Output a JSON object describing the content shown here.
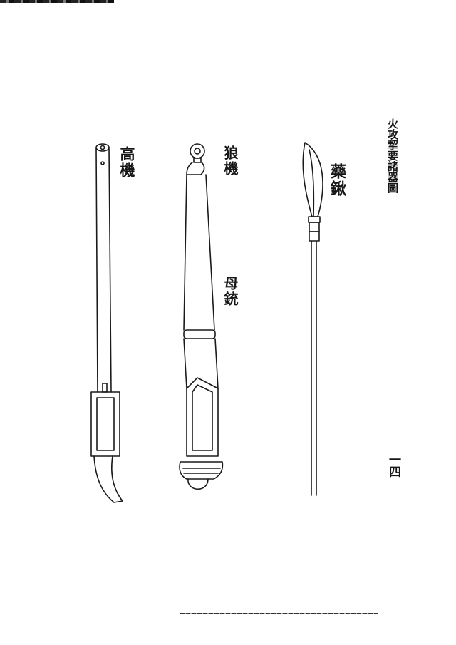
{
  "labels": {
    "gao_ji": "高機",
    "lang_ji": "狼機",
    "mu_chong": "母銃",
    "jiao_qiao": "藥鍬"
  },
  "running_head": "火攻挈要諸器圖",
  "page_number": "一四",
  "colors": {
    "ink": "#161616",
    "paper": "#ffffff"
  }
}
